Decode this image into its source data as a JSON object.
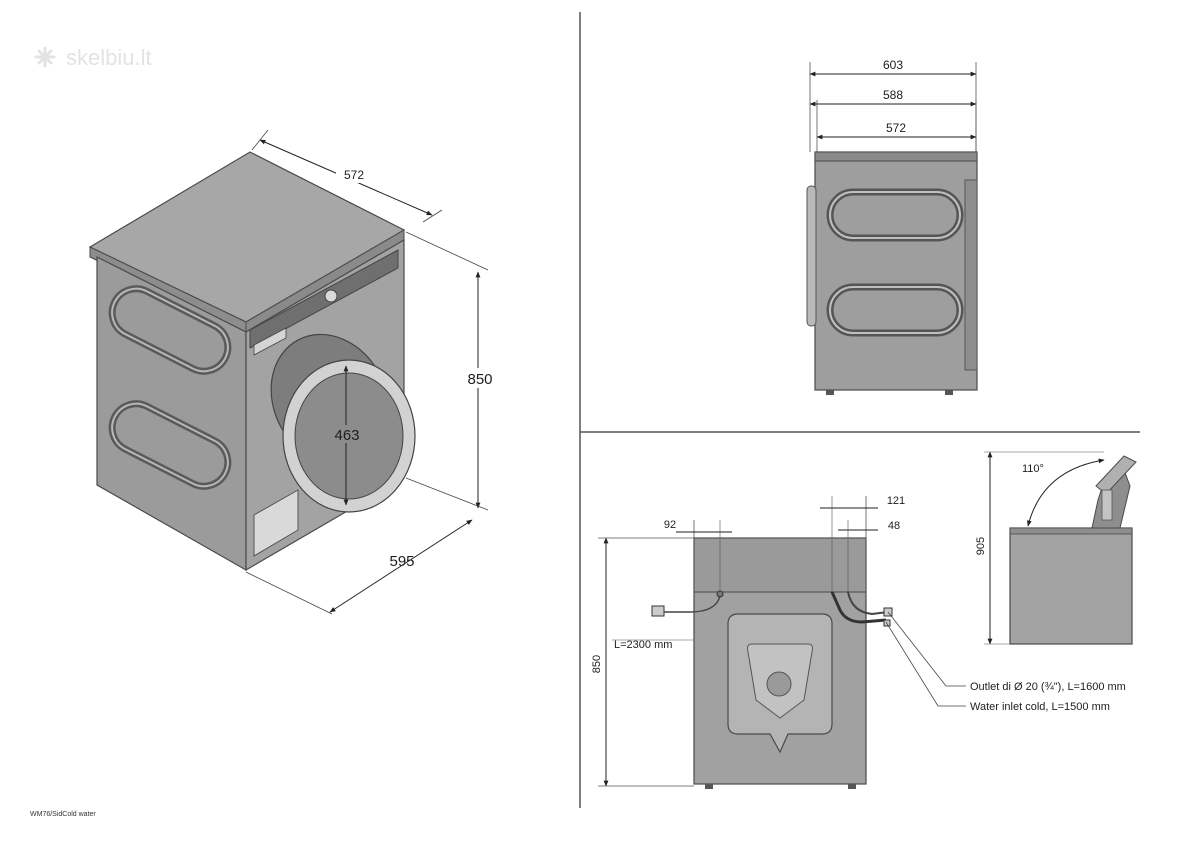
{
  "watermark": {
    "text": "skelbiu.lt",
    "icon": "snowflake-logo-icon"
  },
  "footer_note": "WM76/SidCold water",
  "iso_view": {
    "width": "572",
    "height": "850",
    "depth": "595",
    "door_diameter": "463"
  },
  "top_view": {
    "dim_603": "603",
    "dim_588": "588",
    "dim_572": "572"
  },
  "rear_view": {
    "height": "850",
    "dim_92": "92",
    "dim_121": "121",
    "dim_48": "48",
    "cable_length": "L=2300 mm",
    "outlet_label": "Outlet di Ø 20 (¾\"), L=1600 mm",
    "inlet_label": "Water inlet cold, L=1500 mm"
  },
  "lid_view": {
    "angle": "110°",
    "height": "905"
  }
}
